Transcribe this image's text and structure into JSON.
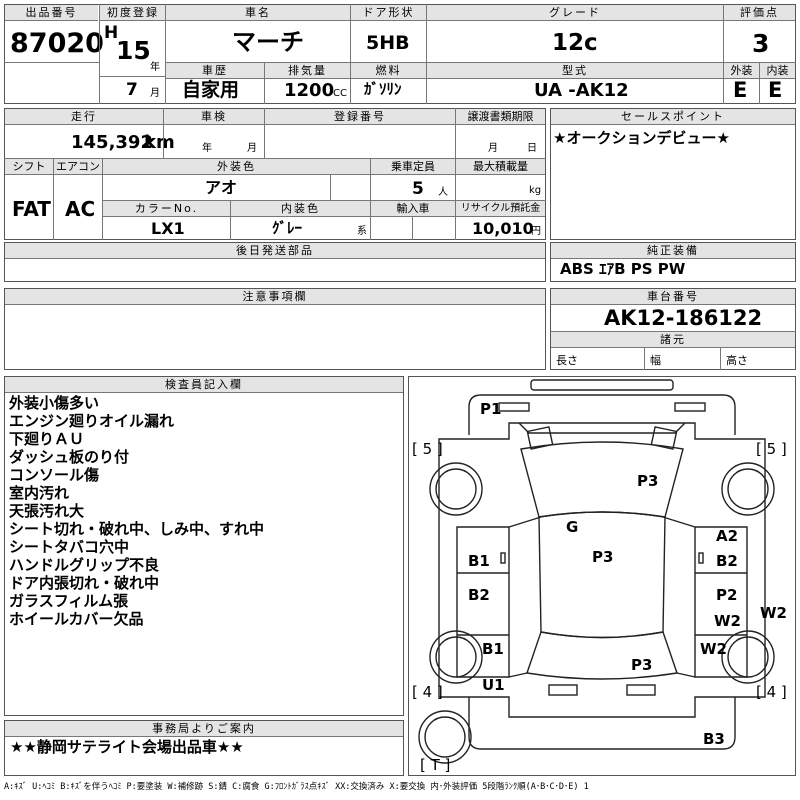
{
  "header": {
    "lot_no": {
      "label": "出品番号",
      "value": "87020"
    },
    "first_reg": {
      "label": "初度登録",
      "era": "H",
      "year": "15",
      "year_unit": "年",
      "month": "7",
      "month_unit": "月"
    },
    "car_name": {
      "label": "車名",
      "value": "マーチ"
    },
    "history": {
      "label": "車歴",
      "value": "自家用"
    },
    "displacement": {
      "label": "排気量",
      "value": "1200",
      "unit": "CC"
    },
    "door": {
      "label": "ドア形状",
      "value": "5HB"
    },
    "fuel": {
      "label": "燃料",
      "value": "ｶﾞｿﾘﾝ"
    },
    "grade": {
      "label": "グレード",
      "value": "12c"
    },
    "model": {
      "label": "型式",
      "value": "UA -AK12"
    },
    "score": {
      "label": "評価点",
      "value": "3"
    },
    "exterior": {
      "label": "外装",
      "value": "E"
    },
    "interior": {
      "label": "内装",
      "value": "E"
    }
  },
  "row2": {
    "mileage": {
      "label": "走行",
      "value": "145,392",
      "unit": "km"
    },
    "inspection": {
      "label": "車検",
      "year_unit": "年",
      "month_unit": "月"
    },
    "reg_no": {
      "label": "登録番号"
    },
    "transfer_deadline": {
      "label": "譲渡書類期限",
      "month_unit": "月",
      "day_unit": "日"
    },
    "shift": {
      "label": "シフト",
      "value": "FAT"
    },
    "aircon": {
      "label": "エアコン",
      "value": "AC"
    },
    "ext_color": {
      "label": "外装色",
      "value": "アオ"
    },
    "capacity": {
      "label": "乗車定員",
      "value": "5",
      "unit": "人"
    },
    "max_load": {
      "label": "最大積載量",
      "unit": "kg"
    },
    "color_no": {
      "label": "カラーNo.",
      "value": "LX1"
    },
    "int_color": {
      "label": "内装色",
      "value": "ｸﾞﾚｰ",
      "unit": "系"
    },
    "import": {
      "label": "輸入車"
    },
    "recycle": {
      "label": "リサイクル預託金",
      "value": "10,010",
      "unit": "円"
    }
  },
  "sales_point": {
    "label": "セールスポイント",
    "value": "★オークションデビュー★"
  },
  "later_parts": {
    "label": "後日発送部品"
  },
  "equipment": {
    "label": "純正装備",
    "value": "ABS ｴｱB PS PW"
  },
  "caution": {
    "label": "注意事項欄"
  },
  "chassis": {
    "label": "車台番号",
    "value": "AK12-186122"
  },
  "specs": {
    "label": "諸元",
    "length": "長さ",
    "width": "幅",
    "height": "高さ"
  },
  "inspector": {
    "label": "検査員記入欄",
    "lines": [
      "外装小傷多い",
      "エンジン廻りオイル漏れ",
      "下廻りＡＵ",
      "ダッシュ板のり付",
      "コンソール傷",
      "室内汚れ",
      "天張汚れ大",
      "シート切れ・破れ中、しみ中、すれ中",
      "シートタバコ穴中",
      "ハンドルグリップ不良",
      "ドア内張切れ・破れ中",
      "ガラスフィルム張",
      "ホイールカバー欠品"
    ]
  },
  "office": {
    "label": "事務局よりご案内",
    "value": "★★静岡サテライト会場出品車★★"
  },
  "diagram": {
    "marks": [
      "P1",
      "P3",
      "G",
      "P3",
      "A2",
      "B1",
      "B2",
      "B2",
      "P2",
      "W2",
      "W2",
      "B1",
      "W2",
      "P3",
      "U1",
      "B3"
    ],
    "tire_marks": [
      "[ 5 ]",
      "[ 5 ]",
      "[ 4 ]",
      "[ 4 ]",
      "[ T ]"
    ]
  },
  "legend": "A:ｷｽﾞ U:ﾍｺﾐ B:ｷｽﾞを伴うﾍｺﾐ P:要塗装 W:補修跡 S:錆 C:腐食 G:ﾌﾛﾝﾄｶﾞﾗｽ点ｷｽﾞ XX:交換済み X:要交換  内･外装評価 5段階ﾗﾝｸ順(A･B･C･D･E) 1"
}
